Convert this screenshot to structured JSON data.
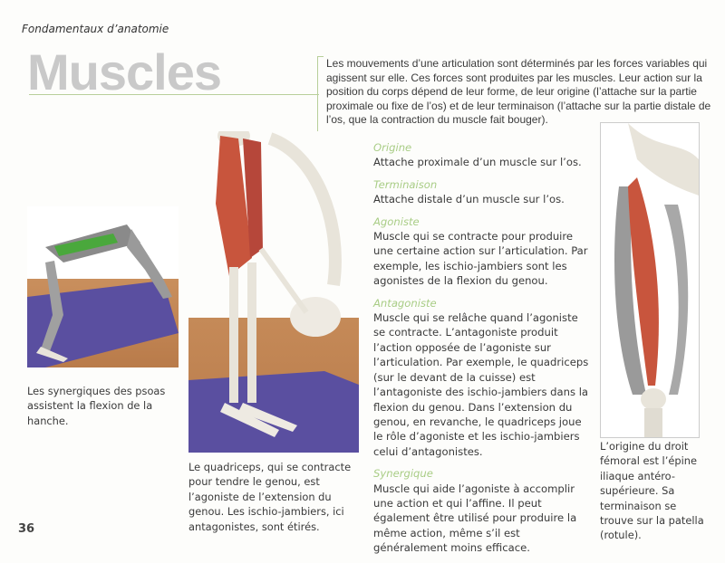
{
  "header": {
    "section": "Fondamentaux d’anatomie",
    "title": "Muscles",
    "page_number": "36"
  },
  "intro": "Les mouvements d’une articulation sont déterminés par les forces variables qui agissent sur elle. Ces forces sont produites par les muscles. Leur action sur la position du corps dépend de leur forme, de leur origine (l’attache sur la partie proximale ou fixe de l’os) et de leur terminaison (l’attache sur la partie distale de l’os, que la contraction du muscle fait bouger).",
  "definitions": [
    {
      "term": "Origine",
      "text": "Attache proximale d’un muscle sur l’os."
    },
    {
      "term": "Terminaison",
      "text": "Attache distale d’un muscle sur l’os."
    },
    {
      "term": "Agoniste",
      "text": "Muscle qui se contracte pour produire une certaine action sur l’articulation. Par exemple, les ischio-jambiers sont les agonistes de la flexion du genou."
    },
    {
      "term": "Antagoniste",
      "text": "Muscle qui se relâche quand l’agoniste se contracte. L’antagoniste produit l’action opposée de l’agoniste sur l’articulation. Par exemple, le quadriceps (sur le devant de la cuisse) est l’antagoniste des ischio-jambiers dans la flexion du genou. Dans l’extension du genou, en revanche, le quadriceps joue le rôle d’agoniste et les ischio-jambiers celui d’antagonistes."
    },
    {
      "term": "Synergique",
      "text": "Muscle qui aide l’agoniste à accomplir une action et qui l’affine. Il peut également être utilisé pour produire la même action, même s’il est généralement moins efficace."
    }
  ],
  "captions": {
    "psoas": "Les synergiques des psoas assistent la flexion de la hanche.",
    "quadriceps": "Le quadriceps, qui se contracte pour tendre le genou, est l’agoniste de l’extension du genou. Les ischio-jambiers, ici antagonistes, sont étirés.",
    "droit_femoral": "L’origine du droit fémoral est l’épine iliaque antéro-supérieure. Sa terminaison se trouve sur la patella (rotule)."
  },
  "colors": {
    "accent_green": "#a9cd86",
    "title_gray": "#c9c9c9",
    "mat_purple": "#5a4fa0",
    "muscle_red": "#c8553d",
    "floor_wood": "#c58a58"
  }
}
